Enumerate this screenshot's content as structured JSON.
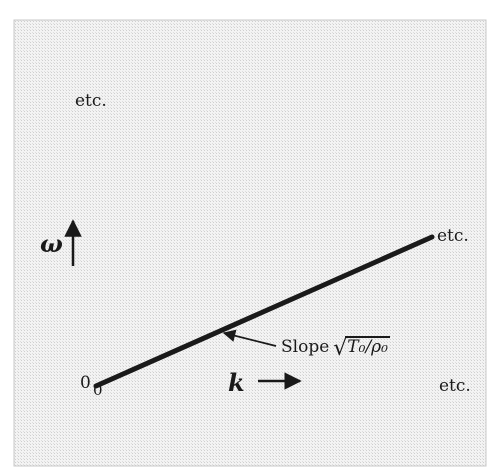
{
  "labels": {
    "etc_top_left": "etc.",
    "etc_line_end": "etc.",
    "etc_bottom_right": "etc.",
    "omega": "ω",
    "k": "k",
    "origin_y": "0",
    "origin_x": "0",
    "slope_word": "Slope",
    "slope_expr": "T₀/ρ₀"
  },
  "colors": {
    "background": "#fafafa",
    "frame_border": "#c8c8c8",
    "ink": "#1a1a1a"
  }
}
